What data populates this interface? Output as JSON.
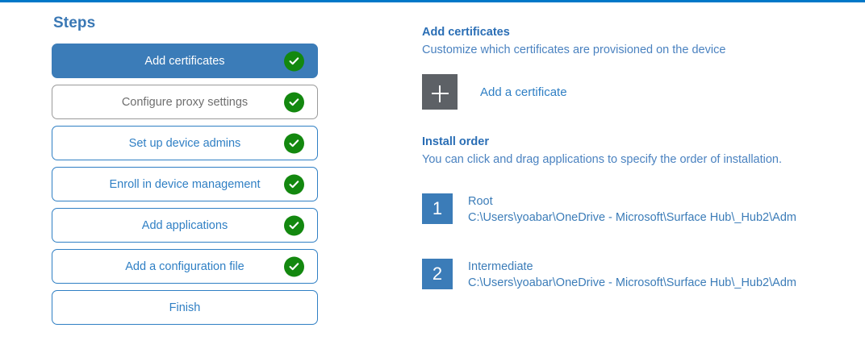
{
  "theme": {
    "accent_blue": "#3b7cb8",
    "heading_blue": "#2a6eb5",
    "link_blue": "#2f7fc4",
    "muted_gray": "#6e6e6e",
    "check_green": "#13880f",
    "tile_gray": "#5d6166",
    "top_rule_blue": "#0078c8"
  },
  "steps_panel": {
    "heading": "Steps",
    "items": [
      {
        "label": "Add certificates",
        "state": "active",
        "completed": true,
        "check_icon": "check-circle-icon"
      },
      {
        "label": "Configure proxy settings",
        "state": "muted",
        "completed": true,
        "check_icon": "check-circle-icon"
      },
      {
        "label": "Set up device admins",
        "state": "default",
        "completed": true,
        "check_icon": "check-circle-icon"
      },
      {
        "label": "Enroll in device management",
        "state": "default",
        "completed": true,
        "check_icon": "check-circle-icon"
      },
      {
        "label": "Add applications",
        "state": "default",
        "completed": true,
        "check_icon": "check-circle-icon"
      },
      {
        "label": "Add a configuration file",
        "state": "default",
        "completed": true,
        "check_icon": "check-circle-icon"
      },
      {
        "label": "Finish",
        "state": "default",
        "completed": false,
        "check_icon": null
      }
    ]
  },
  "detail_panel": {
    "certificates": {
      "title": "Add certificates",
      "subtitle": "Customize which certificates are provisioned on the device",
      "add_button": {
        "icon": "plus-icon",
        "label": "Add a certificate"
      }
    },
    "install_order": {
      "title": "Install order",
      "subtitle": "You can click and drag applications to specify the order of installation.",
      "items": [
        {
          "number": "1",
          "name": "Root",
          "path": "C:\\Users\\yoabar\\OneDrive - Microsoft\\Surface Hub\\_Hub2\\Adm"
        },
        {
          "number": "2",
          "name": "Intermediate",
          "path": "C:\\Users\\yoabar\\OneDrive - Microsoft\\Surface Hub\\_Hub2\\Adm"
        }
      ]
    }
  }
}
